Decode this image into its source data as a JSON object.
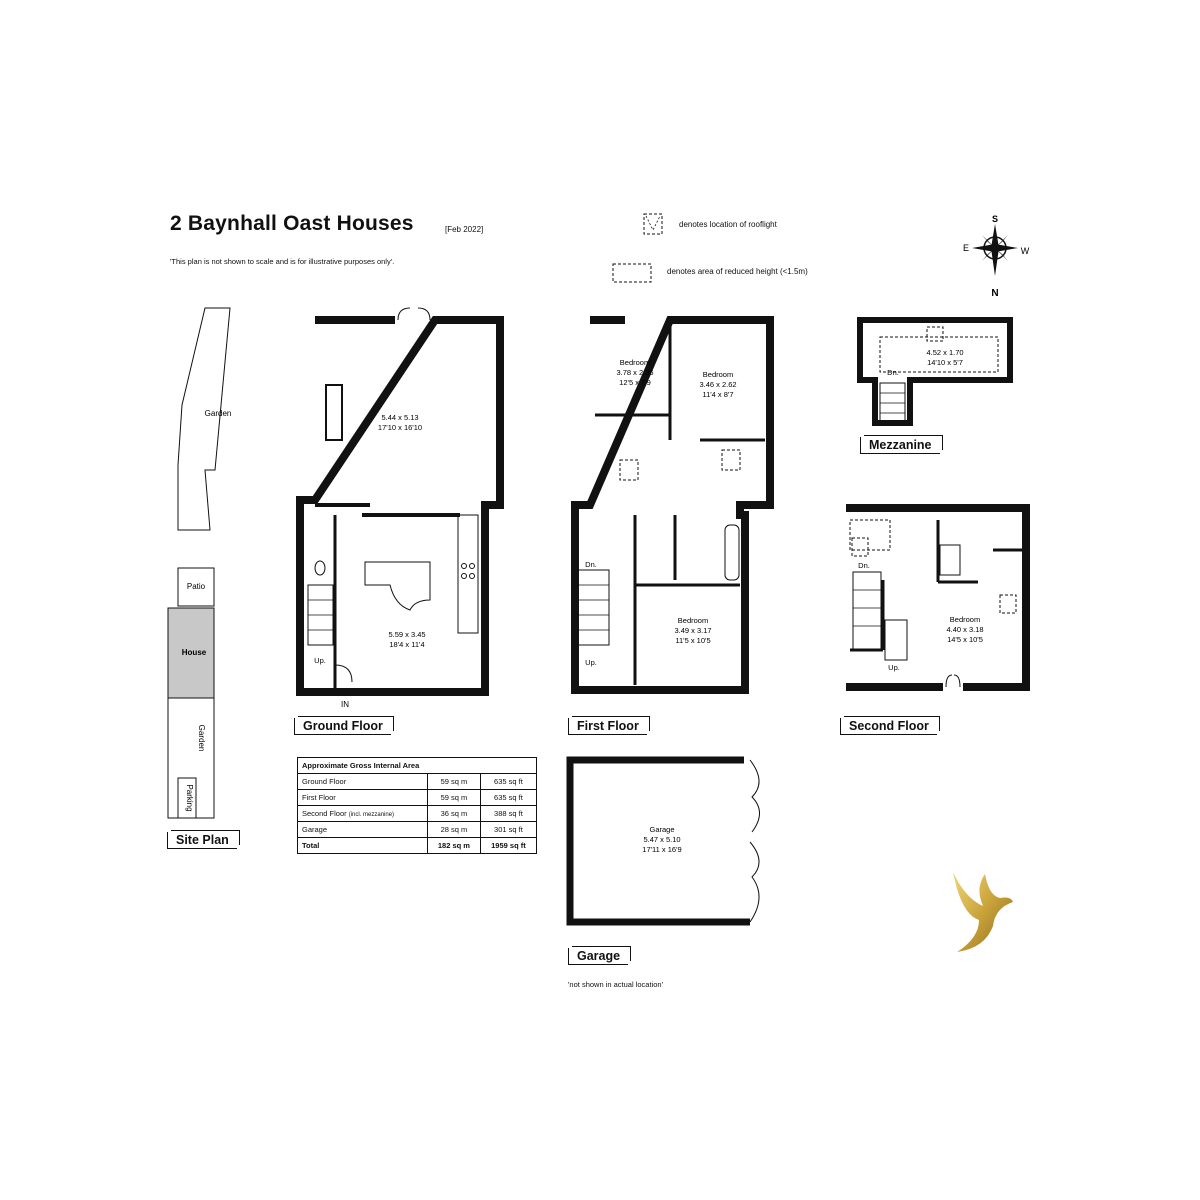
{
  "header": {
    "title": "2 Baynhall Oast Houses",
    "date": "[Feb 2022]",
    "disclaimer": "'This plan is not shown to scale and is for illustrative purposes only'."
  },
  "legend": {
    "rooflight": "denotes location of rooflight",
    "reduced_height": "denotes area of reduced height (<1.5m)"
  },
  "compass": {
    "s": "S",
    "n": "N",
    "e": "E",
    "w": "W"
  },
  "site_plan": {
    "label": "Site Plan",
    "garden_top": "Garden",
    "patio": "Patio",
    "house": "House",
    "garden_bottom": "Garden",
    "parking": "Parking"
  },
  "ground_floor": {
    "label": "Ground Floor",
    "room1": {
      "m": "5.44 x 5.13",
      "ft": "17'10 x 16'10"
    },
    "room2": {
      "m": "5.59 x 3.45",
      "ft": "18'4 x 11'4"
    },
    "up": "Up.",
    "entrance": "IN"
  },
  "first_floor": {
    "label": "First Floor",
    "bedroom1": {
      "name": "Bedroom",
      "m": "3.78 x 2.36",
      "ft": "12'5 x 7'9"
    },
    "bedroom2": {
      "name": "Bedroom",
      "m": "3.46 x 2.62",
      "ft": "11'4 x 8'7"
    },
    "bedroom3": {
      "name": "Bedroom",
      "m": "3.49 x 3.17",
      "ft": "11'5 x 10'5"
    },
    "dn": "Dn.",
    "up": "Up."
  },
  "mezzanine": {
    "label": "Mezzanine",
    "room": {
      "m": "4.52 x 1.70",
      "ft": "14'10 x 5'7"
    },
    "dn": "Dn."
  },
  "second_floor": {
    "label": "Second Floor",
    "bedroom": {
      "name": "Bedroom",
      "m": "4.40 x 3.18",
      "ft": "14'5 x 10'5"
    },
    "dn": "Dn.",
    "up": "Up."
  },
  "garage": {
    "label": "Garage",
    "name": "Garage",
    "m": "5.47 x 5.10",
    "ft": "17'11 x 16'9",
    "note": "'not shown in actual location'"
  },
  "area_table": {
    "header": "Approximate Gross Internal Area",
    "rows": [
      {
        "name": "Ground Floor",
        "sqm": "59 sq m",
        "sqft": "635 sq ft"
      },
      {
        "name": "First Floor",
        "sqm": "59 sq m",
        "sqft": "635 sq ft"
      },
      {
        "name": "Second Floor",
        "name_note": "(incl. mezzanine)",
        "sqm": "36 sq m",
        "sqft": "388 sq ft"
      },
      {
        "name": "Garage",
        "sqm": "28 sq m",
        "sqft": "301 sq ft"
      }
    ],
    "total": {
      "name": "Total",
      "sqm": "182 sq m",
      "sqft": "1959 sq ft"
    }
  },
  "colors": {
    "wall": "#111111",
    "house_fill": "#c8c8c8",
    "logo_gold": "#c9a23a"
  }
}
